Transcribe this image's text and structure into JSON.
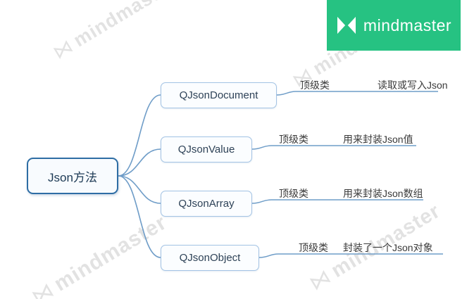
{
  "logo": {
    "brand": "mindmaster",
    "bg_color": "#26c282"
  },
  "watermark": {
    "text": "mindmaster",
    "icon": "⋈"
  },
  "mindmap": {
    "root": {
      "label": "Json方法"
    },
    "children": [
      {
        "label": "QJsonDocument",
        "tags": [
          "顶级类",
          "读取或写入Json"
        ]
      },
      {
        "label": "QJsonValue",
        "tags": [
          "顶级类",
          "用来封装Json值"
        ]
      },
      {
        "label": "QJsonArray",
        "tags": [
          "顶级类",
          "用来封装Json数组"
        ]
      },
      {
        "label": "QJsonObject",
        "tags": [
          "顶级类",
          "封装了一个Json对象"
        ]
      }
    ]
  }
}
